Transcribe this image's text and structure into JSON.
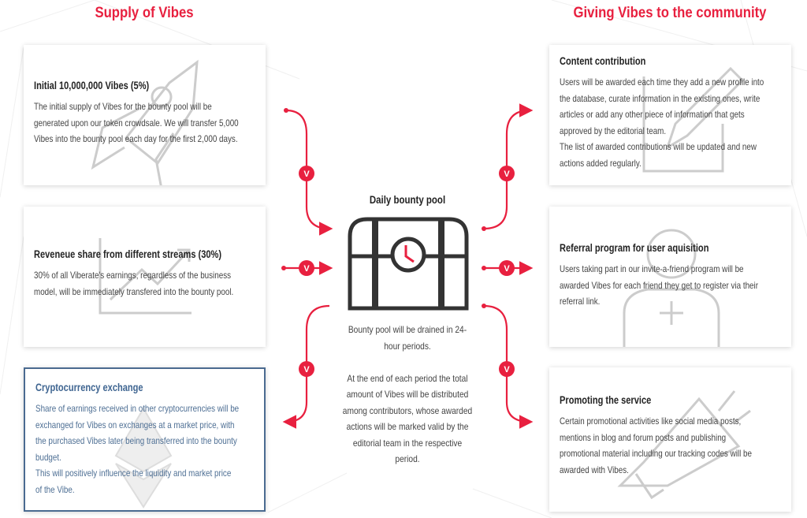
{
  "left_title": "Supply of Vibes",
  "right_title": "Giving Vibes to the community",
  "colors": {
    "accent": "#e8203f",
    "blue": "#4a6a90"
  },
  "left_cards": [
    {
      "title": "Initial 10,000,000 Vibes (5%)",
      "icon": "rocket-icon",
      "lines": [
        "The initial supply of Vibes for the bounty pool will be",
        "generated upon our token crowdsale. We will transfer 5,000",
        "Vibes into the bounty pool each day for the first 2,000 days."
      ]
    },
    {
      "title": "Reveneue share from different streams (30%)",
      "icon": "chart-icon",
      "lines": [
        "30% of all Viberate's earnings, regardless of the business",
        "model, will be immediately transfered into the bounty pool."
      ]
    },
    {
      "title": "Cryptocurrency exchange",
      "icon": "ethereum-icon",
      "lines": [
        "Share of earnings received in other cryptocurrencies will be",
        "exchanged for Vibes on exchanges at a market price, with",
        "the purchased Vibes later being transferred into the bounty",
        "budget.",
        "This will positively influence the liquidity and market price",
        "of the Vibe."
      ]
    }
  ],
  "right_cards": [
    {
      "title": "Content contribution",
      "icon": "pencil-icon",
      "lines": [
        "Users will be awarded each time they add a new profile into",
        "the database, curate information in the existing ones, write",
        "articles or add any other piece of information that gets",
        "approved by the editorial team.",
        "The list of awarded contributions will be updated and new",
        "actions added regularly."
      ]
    },
    {
      "title": "Referral program for user aquisition",
      "icon": "add-user-icon",
      "lines": [
        "Users taking part in our invite-a-friend program will be",
        "awarded Vibes for each friend they get to register via their",
        "referral link."
      ]
    },
    {
      "title": "Promoting the service",
      "icon": "megaphone-icon",
      "lines": [
        "Certain promotional activities like social media posts,",
        "mentions in blog and forum posts and publishing",
        "promotional material including our tracking codes will be",
        "awarded with Vibes."
      ]
    }
  ],
  "center": {
    "title": "Daily bounty pool",
    "lines": [
      "Bounty pool will be drained in 24-",
      "hour periods.",
      "",
      "At the end of each period the total",
      "amount of Vibes will be distributed",
      "among contributors, whose awarded",
      "actions will be marked valid by the",
      "editorial team in the respective",
      "period."
    ],
    "badge": "V"
  }
}
